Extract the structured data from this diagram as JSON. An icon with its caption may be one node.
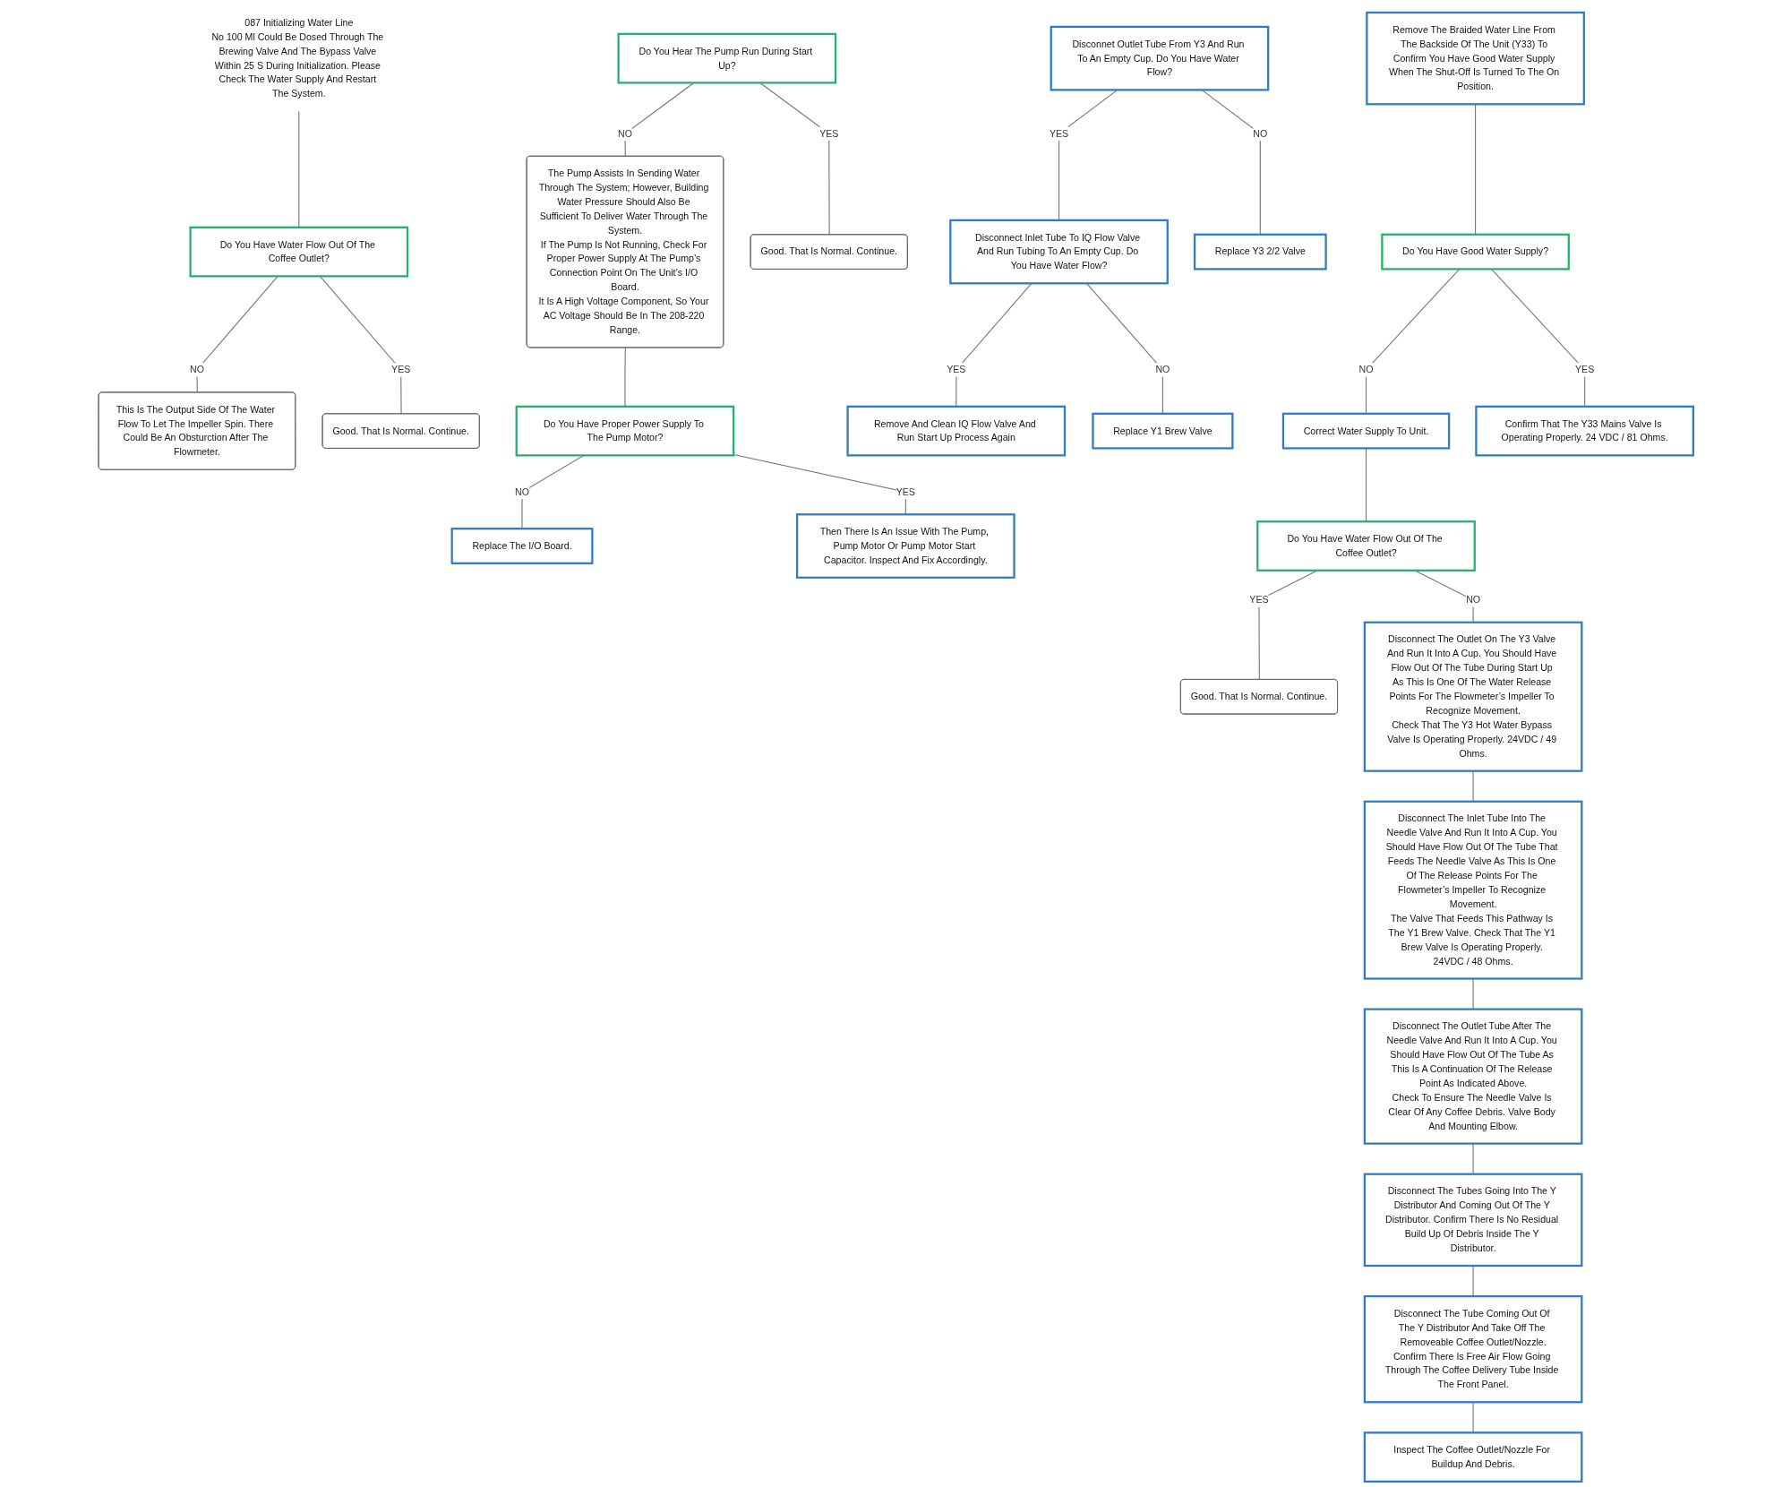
{
  "diagram": {
    "nodes": [
      {
        "text": [
          "087 Initializing Water Line",
          "No 100 Ml Could Be Dosed Through The Brewing Valve And The Bypass Valve Within 25 S During Initialization. Please Check The Water Supply And Restart The System."
        ]
      },
      {
        "text": [
          "Do You Have Water Flow Out Of The Coffee Outlet?"
        ]
      },
      {
        "text": [
          "This Is The Output Side Of The Water Flow To Let The Impeller Spin. There Could Be An Obsturction After The Flowmeter."
        ]
      },
      {
        "text": [
          "Good. That Is Normal. Continue."
        ]
      },
      {
        "text": [
          "Disconnet Outlet Tube From Y3 And Run To An Empty Cup. Do You Have Water Flow?"
        ]
      },
      {
        "text": [
          "Do You Hear The Pump Run During Start Up?"
        ]
      },
      {
        "text": [
          "The Pump Assists In Sending Water Through The System; However, Building Water Pressure Should Also Be Sufficient To Deliver Water Through The System.",
          "If The Pump Is Not Running, Check For Proper Power Supply At The Pump’s Connection Point On The Unit’s I/O Board.",
          "It Is A High Voltage Component, So Your AC Voltage Should Be In The 208-220 Range."
        ]
      },
      {
        "text": [
          "Do You Have Proper Power Supply To The Pump Motor?"
        ]
      },
      {
        "text": [
          "Replace The I/O Board."
        ]
      },
      {
        "text": [
          "Good. That Is Normal. Continue."
        ]
      },
      {
        "text": [
          "Then There Is An Issue With The Pump, Pump Motor Or Pump Motor Start Capacitor. Inspect And Fix Accordingly."
        ]
      },
      {
        "text": [
          "Remove The Braided Water Line From The Backside Of The Unit (Y33) To Confirm You Have Good Water Supply When The Shut-Off Is Turned To The On Position."
        ]
      },
      {
        "text": [
          "Disconnect Inlet Tube To IQ Flow Valve And Run Tubing To An Empty Cup. Do You Have Water Flow?"
        ]
      },
      {
        "text": [
          "Replace Y3 2/2 Valve"
        ]
      },
      {
        "text": [
          "Remove And Clean IQ Flow Valve And Run Start Up Process Again"
        ]
      },
      {
        "text": [
          "Replace Y1 Brew Valve"
        ]
      },
      {
        "text": [
          "Do You Have Good Water Supply?"
        ]
      },
      {
        "text": [
          "Correct Water Supply To Unit."
        ]
      },
      {
        "text": [
          "Do You Have Water Flow Out Of The Coffee Outlet?"
        ]
      },
      {
        "text": [
          "Good. That Is Normal. Continue."
        ]
      },
      {
        "text": [
          "Confirm That The Y33 Mains Valve Is Operating Properly. 24 VDC / 81 Ohms."
        ]
      },
      {
        "text": [
          "Disconnect The Outlet On The Y3 Valve And Run It Into A Cup. You Should Have Flow Out Of The Tube During Start Up As This Is One Of The Water Release Points For The Flowmeter’s Impeller To Recognize Movement.",
          "Check That The Y3 Hot Water Bypass Valve Is Operating Properly. 24VDC / 49 Ohms."
        ]
      },
      {
        "text": [
          "Disconnect The Inlet Tube Into The Needle Valve And Run It Into A Cup. You Should Have Flow Out Of The Tube That Feeds The Needle Valve As This Is One Of The Release Points For The Flowmeter’s Impeller To Recognize Movement.",
          "The Valve That Feeds This Pathway Is The Y1 Brew Valve. Check That The Y1 Brew Valve Is Operating Properly. 24VDC / 48 Ohms."
        ]
      },
      {
        "text": [
          "Disconnect The Outlet Tube After The Needle Valve And Run It Into A Cup. You Should Have Flow Out Of The Tube As This Is A Continuation Of The Release Point As Indicated Above.",
          "Check To Ensure The Needle Valve Is Clear Of Any Coffee Debris. Valve Body And Mounting Elbow."
        ]
      },
      {
        "text": [
          "Disconnect The Tubes Going Into The Y Distributor And Coming Out Of The Y Distributor. Confirm There Is No Residual Build Up Of Debris Inside The Y Distributor."
        ]
      },
      {
        "text": [
          "Disconnect The Tube Coming Out Of The Y Distributor And Take Off The Removeable Coffee Outlet/Nozzle.",
          "Confirm There Is Free Air Flow Going Through The Coffee Delivery Tube Inside The Front Panel."
        ]
      },
      {
        "text": [
          "Inspect The Coffee Outlet/Nozzle For Buildup And Debris."
        ]
      }
    ],
    "edges": [
      {
        "from": 0,
        "to": 1,
        "arrow": "none"
      },
      {
        "from": 1,
        "to": 2,
        "arrow": "none",
        "label": "NO"
      },
      {
        "from": 1,
        "to": 3,
        "arrow": "none",
        "label": "YES"
      },
      {
        "from": 5,
        "to": 6,
        "arrow": "none",
        "label": "NO"
      },
      {
        "from": 5,
        "to": 9,
        "arrow": "none",
        "label": "YES"
      },
      {
        "from": 6,
        "to": 7,
        "arrow": "none"
      },
      {
        "from": 7,
        "to": 8,
        "arrow": "none",
        "label": "NO"
      },
      {
        "from": 7,
        "to": 10,
        "arrow": "none",
        "label": "YES"
      },
      {
        "from": 4,
        "to": 12,
        "arrow": "none",
        "label": "YES"
      },
      {
        "from": 4,
        "to": 13,
        "arrow": "none",
        "label": "NO"
      },
      {
        "from": 12,
        "to": 14,
        "arrow": "none",
        "label": "YES"
      },
      {
        "from": 12,
        "to": 15,
        "arrow": "none",
        "label": "NO"
      },
      {
        "from": 11,
        "to": 16,
        "arrow": "none"
      },
      {
        "from": 16,
        "to": 17,
        "arrow": "none",
        "label": "NO"
      },
      {
        "from": 16,
        "to": 20,
        "arrow": "none",
        "label": "YES"
      },
      {
        "from": 17,
        "to": 18,
        "arrow": "none"
      },
      {
        "from": 18,
        "to": 19,
        "arrow": "none",
        "label": "YES"
      },
      {
        "from": 18,
        "to": 21,
        "arrow": "none",
        "label": "NO"
      },
      {
        "from": 21,
        "to": 22,
        "arrow": "none"
      },
      {
        "from": 22,
        "to": 23,
        "arrow": "none"
      },
      {
        "from": 23,
        "to": 24,
        "arrow": "none"
      },
      {
        "from": 24,
        "to": 25,
        "arrow": "none"
      },
      {
        "from": 25,
        "to": 26,
        "arrow": "none"
      }
    ]
  }
}
